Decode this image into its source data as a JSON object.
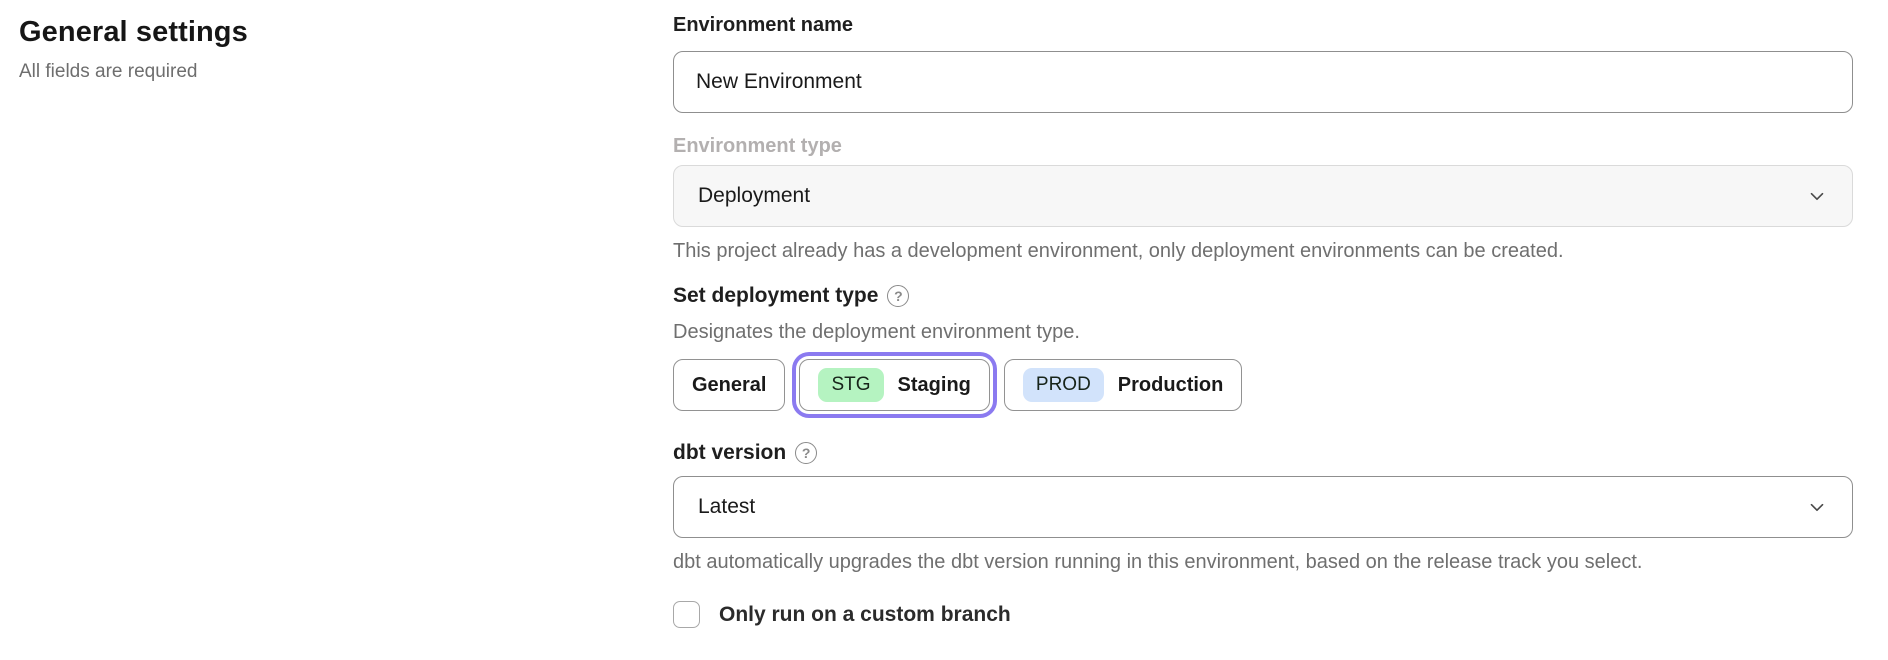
{
  "page": {
    "title": "General settings",
    "subtitle": "All fields are required"
  },
  "form": {
    "environment_name": {
      "label": "Environment name",
      "value": "New Environment"
    },
    "environment_type": {
      "label": "Environment type",
      "value": "Deployment",
      "disabled": true,
      "helper": "This project already has a development environment, only deployment environments can be created."
    },
    "deployment_type": {
      "label": "Set deployment type",
      "helper": "Designates the deployment environment type.",
      "options": [
        {
          "label": "General",
          "badge": "",
          "selected": false
        },
        {
          "label": "Staging",
          "badge": "STG",
          "selected": true
        },
        {
          "label": "Production",
          "badge": "PROD",
          "selected": false
        }
      ]
    },
    "dbt_version": {
      "label": "dbt version",
      "value": "Latest",
      "helper": "dbt automatically upgrades the dbt version running in this environment, based on the release track you select."
    },
    "custom_branch": {
      "label": "Only run on a custom branch",
      "checked": false
    }
  },
  "icons": {
    "help_glyph": "?"
  },
  "colors": {
    "accent": "#8b7af0",
    "badge_stg": "#b5f3c1",
    "badge_prod": "#d2e3fb",
    "input_border": "#8f8f8f",
    "disabled_bg": "#f7f7f7",
    "helper_text": "#6f6f6f"
  }
}
